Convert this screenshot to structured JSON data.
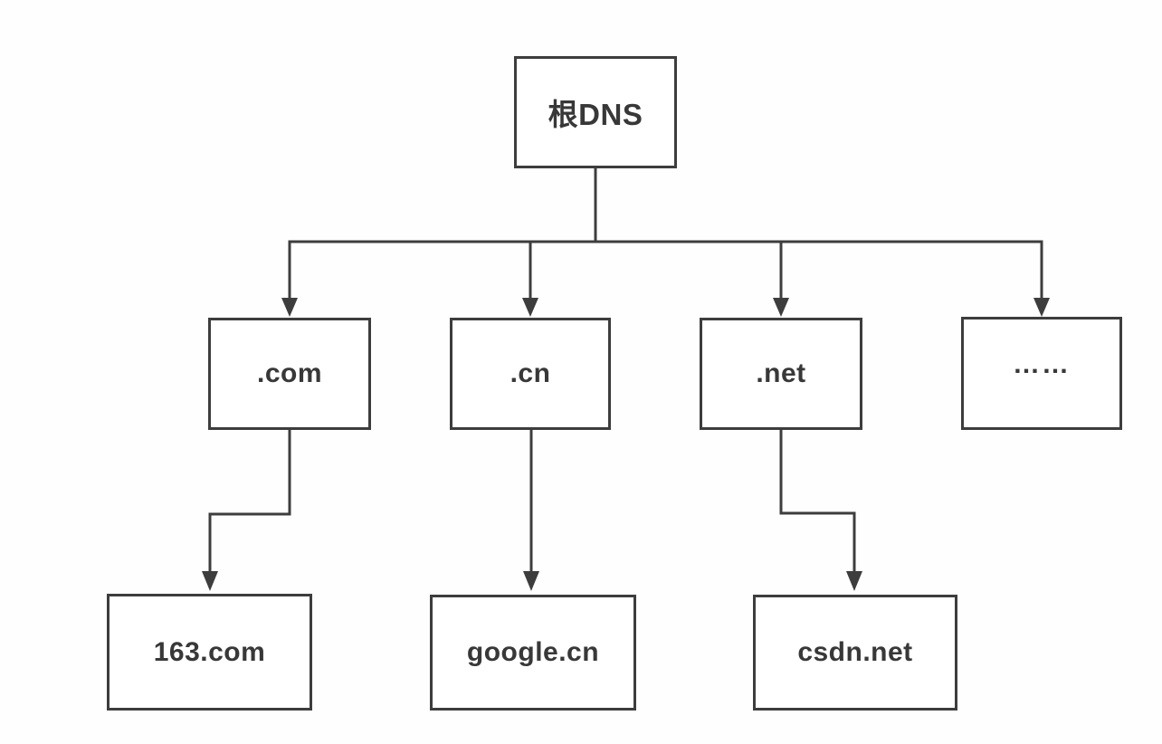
{
  "diagram": {
    "type": "tree",
    "description_of_pixels": "DNS domain name hierarchy tree with arrows from parent to child",
    "nodes": {
      "root": {
        "label": "根DNS"
      },
      "tlds": [
        {
          "label": ".com"
        },
        {
          "label": ".cn"
        },
        {
          "label": ".net"
        },
        {
          "label": "……"
        }
      ],
      "domains": [
        {
          "label": "163.com"
        },
        {
          "label": "google.cn"
        },
        {
          "label": "csdn.net"
        }
      ]
    },
    "edges": [
      {
        "from": "根DNS",
        "to": ".com"
      },
      {
        "from": "根DNS",
        "to": ".cn"
      },
      {
        "from": "根DNS",
        "to": ".net"
      },
      {
        "from": "根DNS",
        "to": "……"
      },
      {
        "from": ".com",
        "to": "163.com"
      },
      {
        "from": ".cn",
        "to": "google.cn"
      },
      {
        "from": ".net",
        "to": "csdn.net"
      }
    ],
    "colors": {
      "line": "#3d3d3d",
      "box_border": "#3d3d3d",
      "box_fill": "#ffffff",
      "text": "#383838",
      "background": "#fefefe"
    }
  }
}
